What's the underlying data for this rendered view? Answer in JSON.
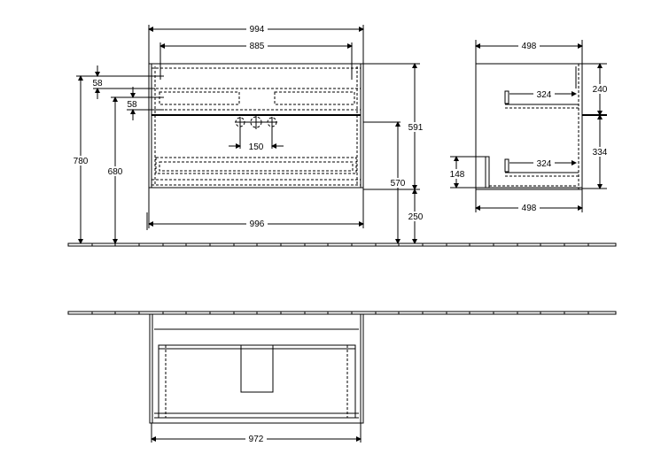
{
  "front_view": {
    "overall_width": "994",
    "inner_width": "885",
    "bottom_width": "996",
    "top_offset_1": "58",
    "top_offset_2": "58",
    "total_height": "780",
    "mount_height": "680",
    "body_height": "591",
    "drawer_height": "570",
    "floor_clearance": "250",
    "hole_spacing": "150"
  },
  "side_view": {
    "top_depth": "498",
    "bottom_depth": "498",
    "upper_drawer_depth": "324",
    "lower_drawer_depth": "324",
    "upper_height": "240",
    "lower_height": "334",
    "handle_height": "148"
  },
  "top_view": {
    "width": "972"
  }
}
